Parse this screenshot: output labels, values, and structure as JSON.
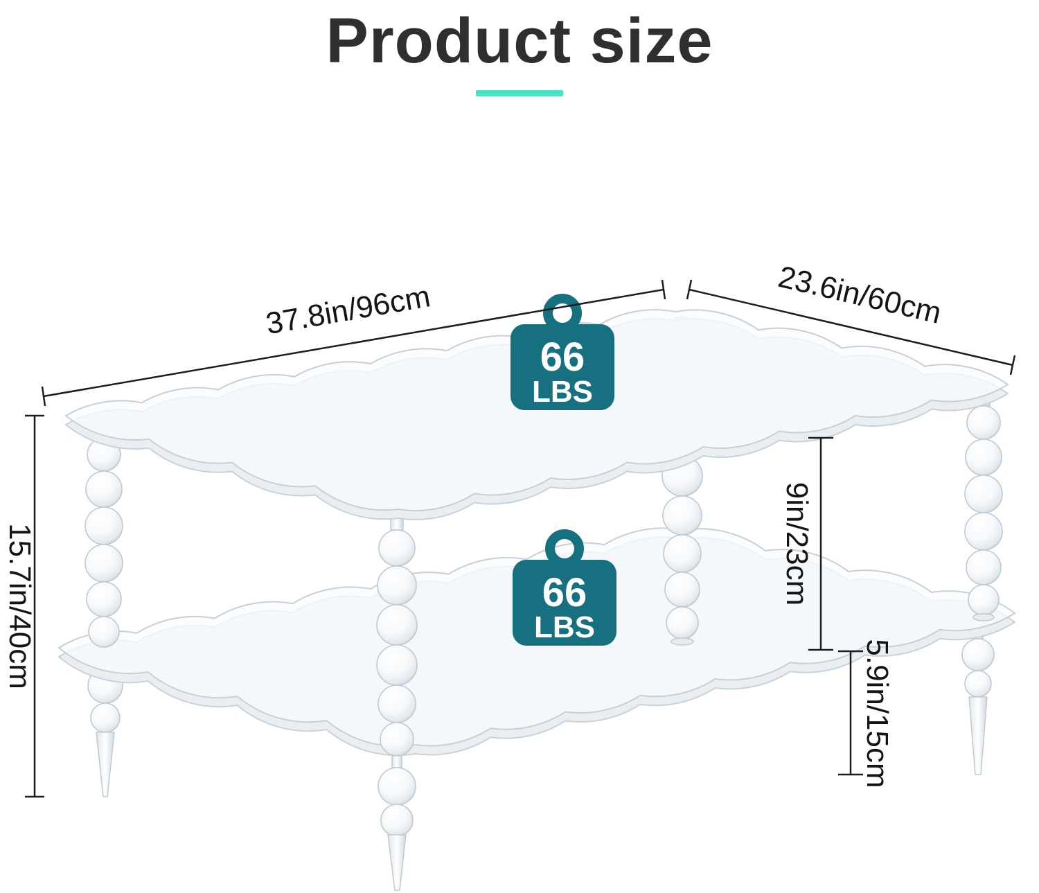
{
  "title": "Product size",
  "theme": {
    "underline_color": "#4CE0C6",
    "badge_color": "#17707F",
    "line_color": "#1C1C1C"
  },
  "dimensions": {
    "length": "37.8in/96cm",
    "depth": "23.6in/60cm",
    "height": "15.7in/40cm",
    "tier_gap": "9in/23cm",
    "ground_clearance": "5.9in/15cm"
  },
  "weight_capacity": {
    "value": "66",
    "unit": "LBS"
  }
}
